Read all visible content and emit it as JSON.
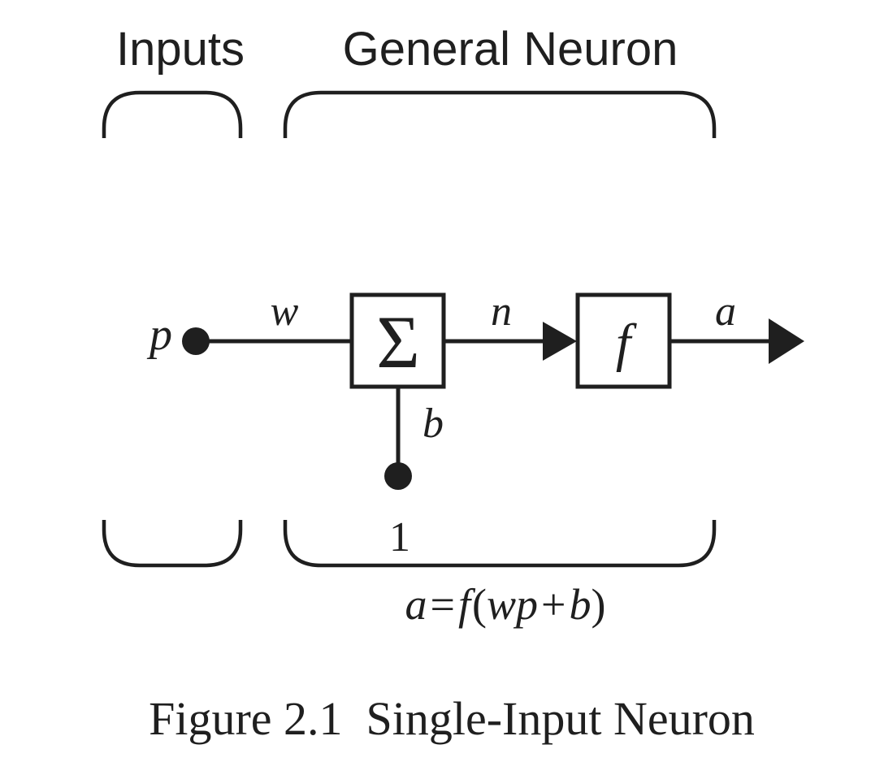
{
  "headers": {
    "inputs": "Inputs",
    "neuron": "General Neuron"
  },
  "labels": {
    "input": "p",
    "weight": "w",
    "sum_symbol": "Σ",
    "net_input": "n",
    "transfer_function": "f",
    "output": "a",
    "bias": "b",
    "bias_input": "1"
  },
  "equation": {
    "a": "a",
    "equals": "=",
    "f": "f",
    "open_paren": "(",
    "wp": "wp",
    "plus": "+",
    "b": "b",
    "close_paren": ")"
  },
  "caption": "Figure 2.1  Single-Input Neuron"
}
